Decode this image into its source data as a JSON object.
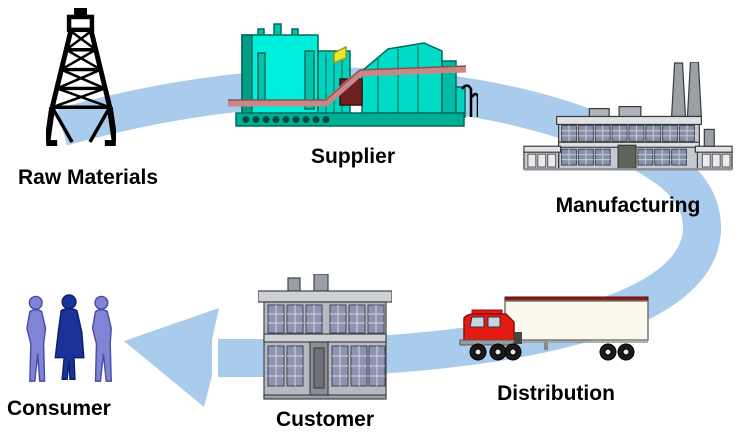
{
  "diagram": {
    "type": "supply-chain-flow",
    "arrow_color": "#A9CBEC",
    "nodes": [
      {
        "id": "raw-materials",
        "label": "Raw Materials",
        "icon": "oil-derrick-icon"
      },
      {
        "id": "supplier",
        "label": "Supplier",
        "icon": "refinery-plant-icon"
      },
      {
        "id": "manufacturing",
        "label": "Manufacturing",
        "icon": "factory-icon"
      },
      {
        "id": "distribution",
        "label": "Distribution",
        "icon": "semi-truck-icon"
      },
      {
        "id": "customer",
        "label": "Customer",
        "icon": "office-building-icon"
      },
      {
        "id": "consumer",
        "label": "Consumer",
        "icon": "people-icon"
      }
    ],
    "flow_order": [
      "raw-materials",
      "supplier",
      "manufacturing",
      "distribution",
      "customer",
      "consumer"
    ]
  }
}
